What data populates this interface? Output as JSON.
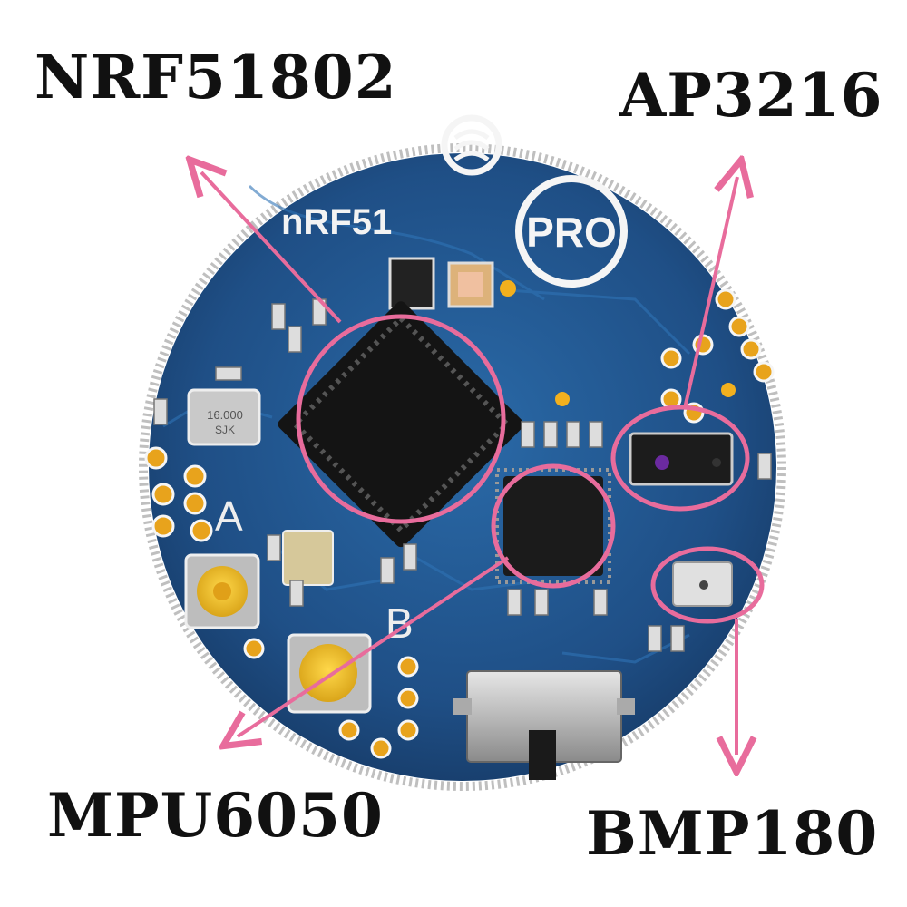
{
  "labels": {
    "nrf": "NRF51802",
    "ap": "AP3216",
    "mpu": "MPU6050",
    "bmp": "BMP180"
  },
  "board": {
    "silkscreen_title": "nRF51",
    "badge": "PRO",
    "button_a": "A",
    "button_b": "B",
    "crystal_text": "16.000",
    "crystal_text2": "SJK",
    "board_color": "#1f4f86",
    "accent_color": "#e86c9c"
  }
}
